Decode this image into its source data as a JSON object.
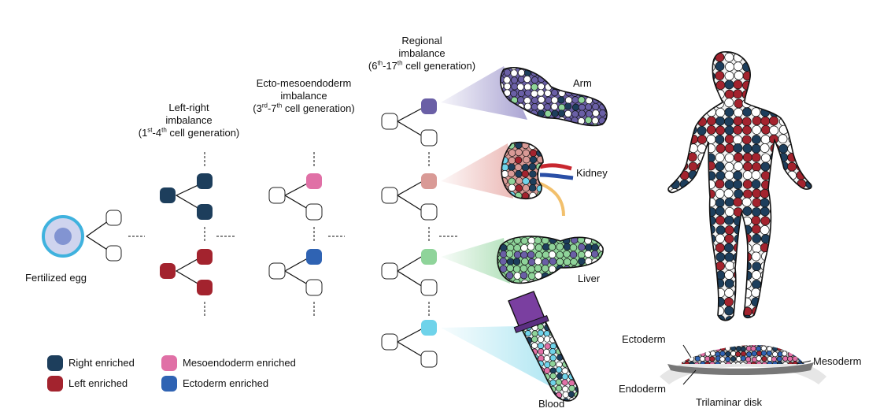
{
  "colors": {
    "right": "#1d3e5c",
    "left": "#a3232e",
    "meso": "#e070a6",
    "ecto": "#2f63b3",
    "arm": "#6a5fa6",
    "kidney": "#d99a96",
    "liver": "#8fd49a",
    "blood": "#6fd3ea",
    "egg_ring": "#3fb2de",
    "egg_fill": "#cfd4ee",
    "egg_nucleus": "#8294d2"
  },
  "stages": {
    "left_right": {
      "title": "Left-right",
      "sub": "imbalance",
      "range_a": "(1",
      "sup_a": "st",
      "range_mid": "-4",
      "sup_b": "th",
      "range_end": " cell generation)"
    },
    "ecto_meso": {
      "title": "Ecto-mesoendoderm",
      "sub": "imbalance",
      "range_a": "(3",
      "sup_a": "rd",
      "range_mid": "-7",
      "sup_b": "th",
      "range_end": " cell generation)"
    },
    "regional": {
      "title": "Regional",
      "sub": "imbalance",
      "range_a": "(6",
      "sup_a": "th",
      "range_mid": "-17",
      "sup_b": "th",
      "range_end": " cell generation)"
    }
  },
  "labels": {
    "fertilized_egg": "Fertilized egg",
    "arm": "Arm",
    "kidney": "Kidney",
    "liver": "Liver",
    "blood": "Blood",
    "ectoderm": "Ectoderm",
    "mesoderm": "Mesoderm",
    "endoderm": "Endoderm",
    "trilaminar_disk": "Trilaminar disk"
  },
  "legend": [
    {
      "label": "Right enriched",
      "color": "#1d3e5c"
    },
    {
      "label": "Left enriched",
      "color": "#a3232e"
    },
    {
      "label": "Mesoendoderm enriched",
      "color": "#e070a6"
    },
    {
      "label": "Ectoderm enriched",
      "color": "#2f63b3"
    }
  ]
}
